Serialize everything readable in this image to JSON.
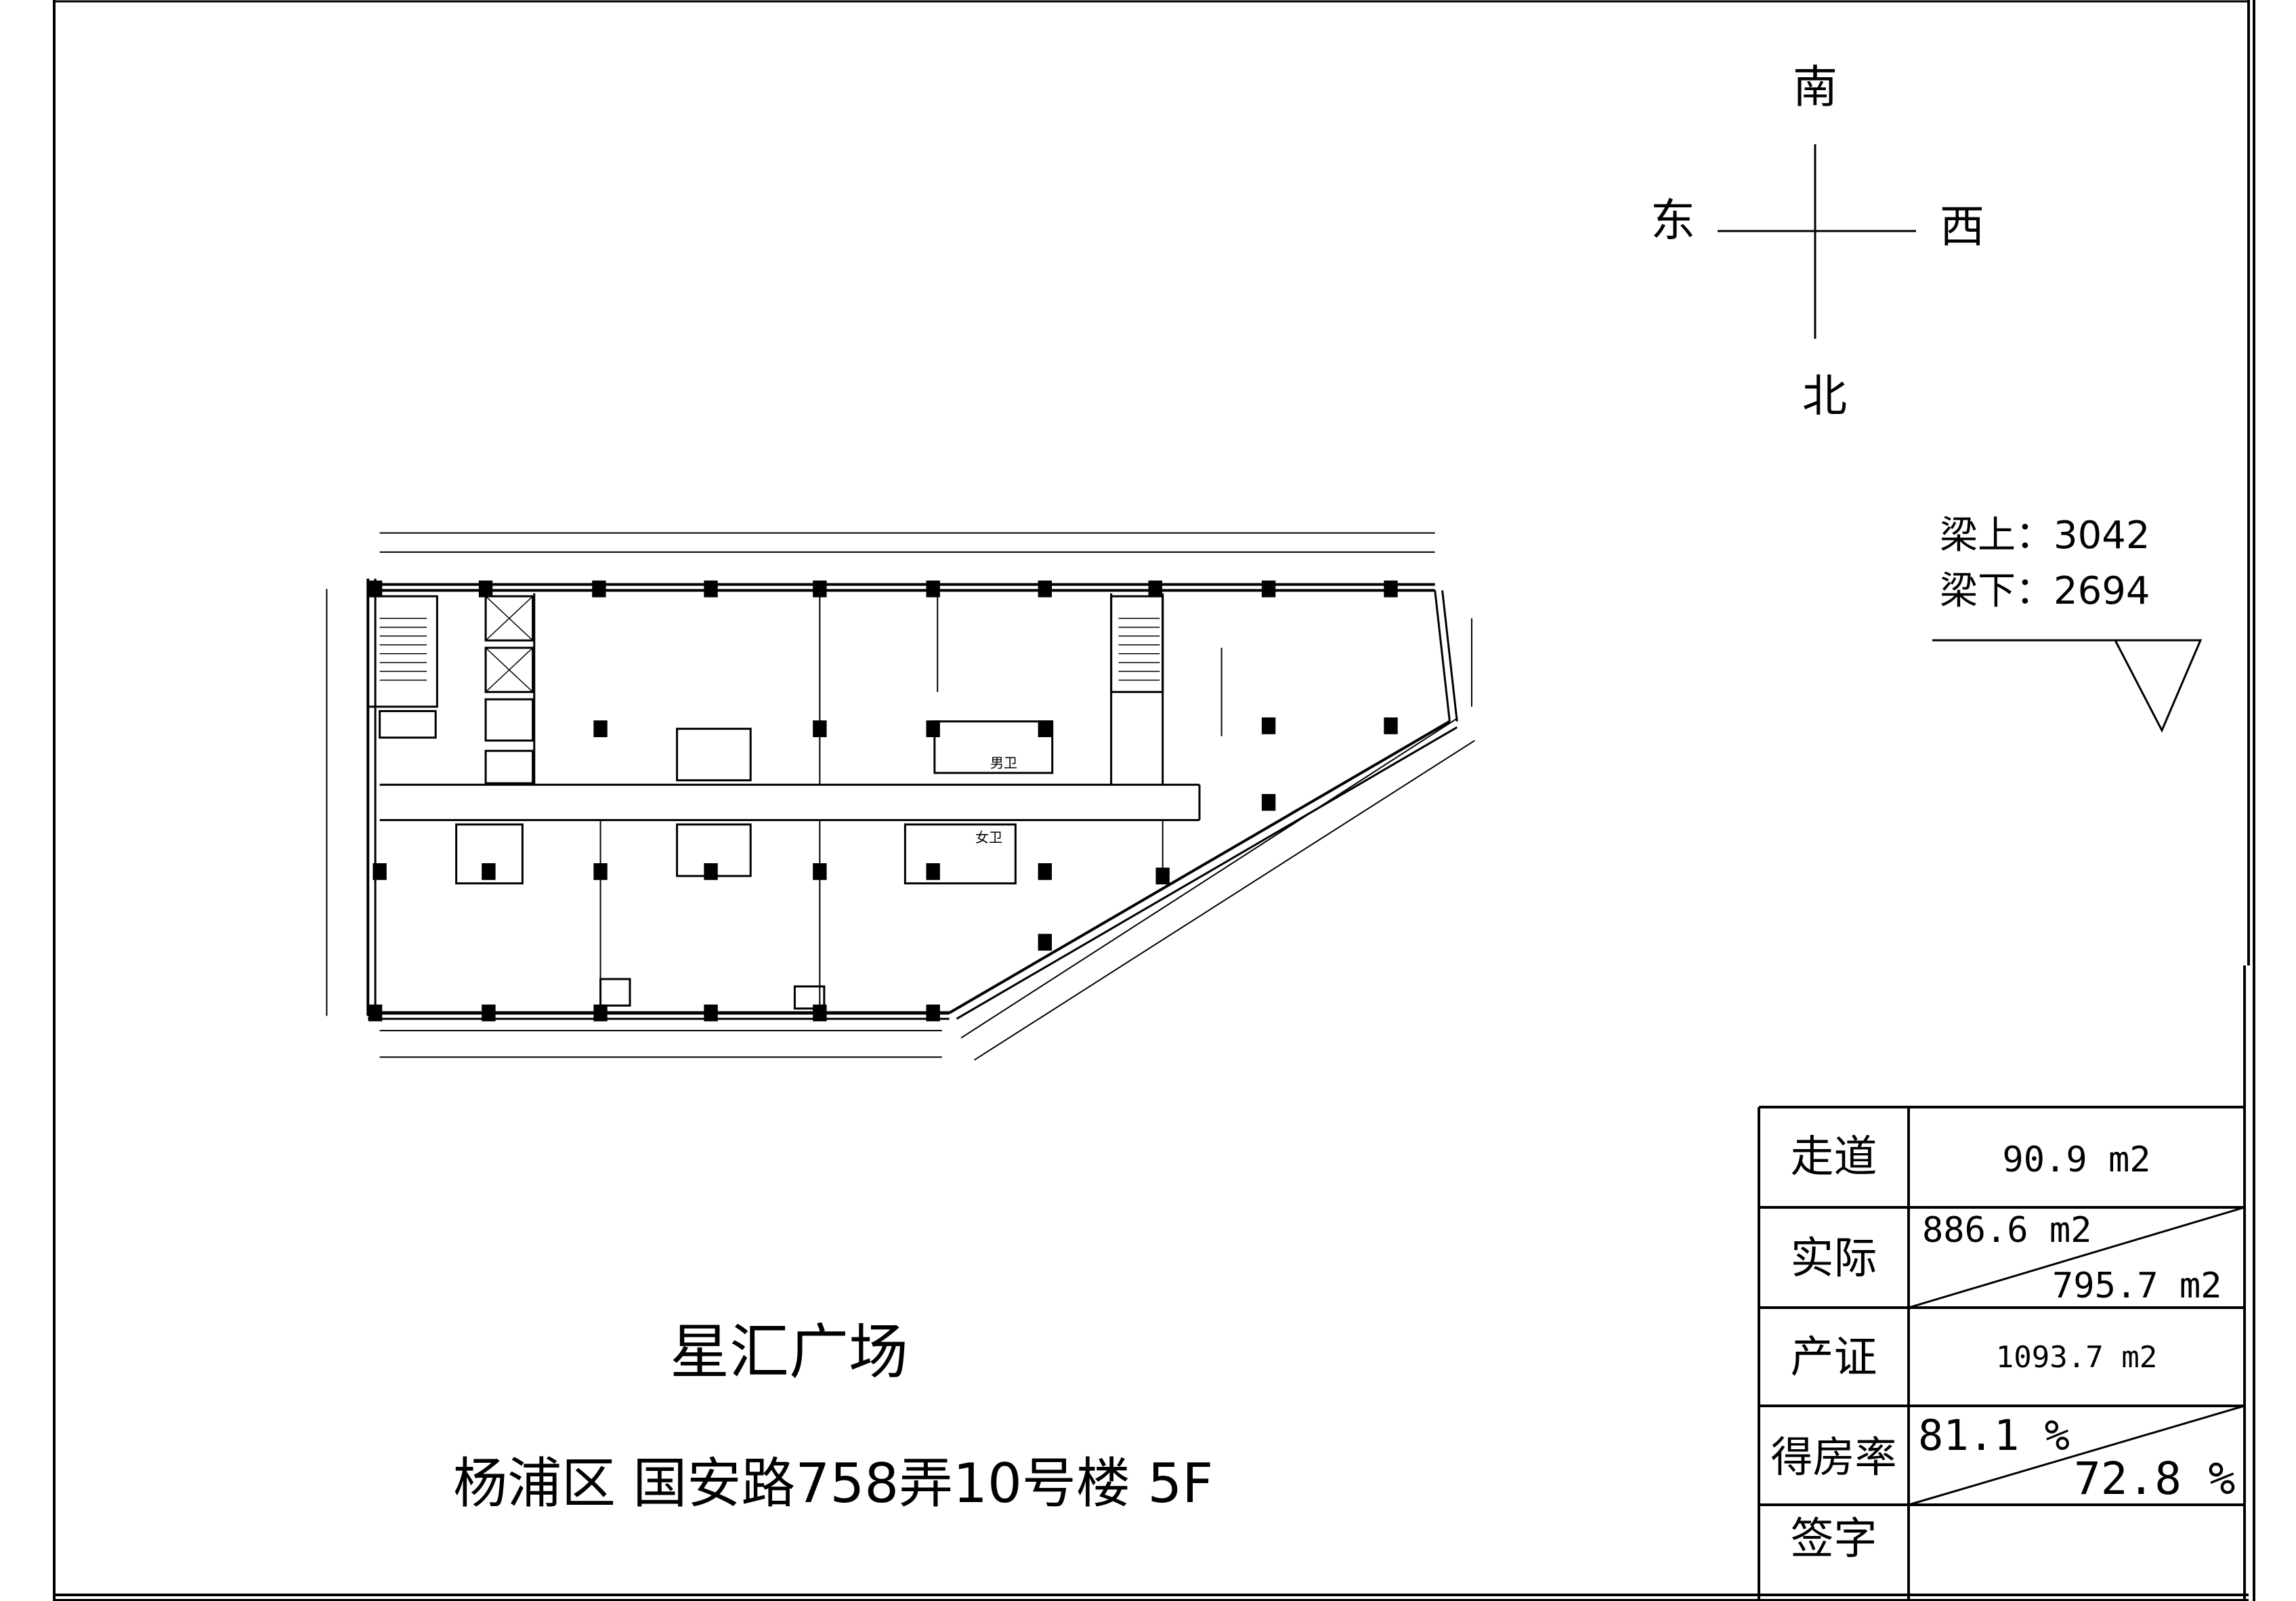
{
  "compass": {
    "south": "南",
    "east": "东",
    "west": "西",
    "north": "北"
  },
  "beam": {
    "above": "梁上：3042",
    "below": "梁下：2694"
  },
  "floor_plan": {
    "rooms": {
      "mens_restroom": "男卫",
      "womens_restroom": "女卫"
    }
  },
  "title": "星汇广场",
  "address": "杨浦区 国安路758弄10号楼 5F",
  "table": {
    "corridor_label": "走道",
    "corridor_value": "90.9 m2",
    "actual_label": "实际",
    "actual_gross": "886.6 m2",
    "actual_net": "795.7 m2",
    "certificate_label": "产证",
    "certificate_value": "1093.7 m2",
    "ratio_label": "得房率",
    "ratio_gross": "81.1 %",
    "ratio_net": "72.8 %",
    "signature_label": "签字",
    "signature_value": ""
  }
}
